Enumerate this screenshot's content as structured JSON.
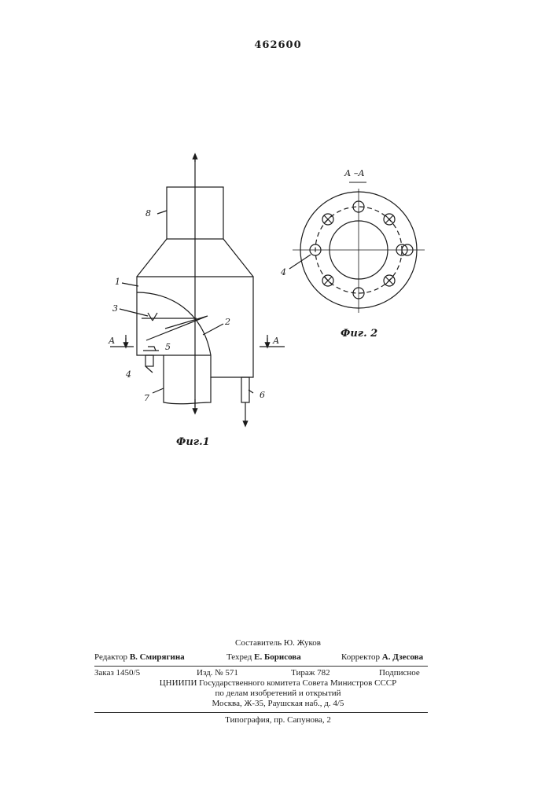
{
  "patent_number": "462600",
  "figure1": {
    "caption": "Фиг.1",
    "labels": [
      "1",
      "2",
      "3",
      "4",
      "5",
      "6",
      "7",
      "8"
    ],
    "section_marks": [
      "А",
      "А"
    ]
  },
  "figure2": {
    "section_title": "А –А",
    "caption": "Фиг. 2",
    "label_4": "4"
  },
  "imprint": {
    "composer": "Составитель Ю. Жуков",
    "editor_label": "Редактор",
    "editor_name": "В. Смирягина",
    "techred_label": "Техред",
    "techred_name": "Е. Борисова",
    "corrector_label": "Корректор",
    "corrector_name": "А. Дзесова",
    "order": "Заказ 1450/5",
    "edition": "Изд. № 571",
    "print_run": "Тираж 782",
    "subscription": "Подписное",
    "org_line1": "ЦНИИПИ Государственного комитета Совета Министров СССР",
    "org_line2": "по делам изобретений и открытий",
    "org_line3": "Москва, Ж-35, Раушская наб., д. 4/5",
    "printing_house": "Типография, пр. Сапунова, 2"
  }
}
